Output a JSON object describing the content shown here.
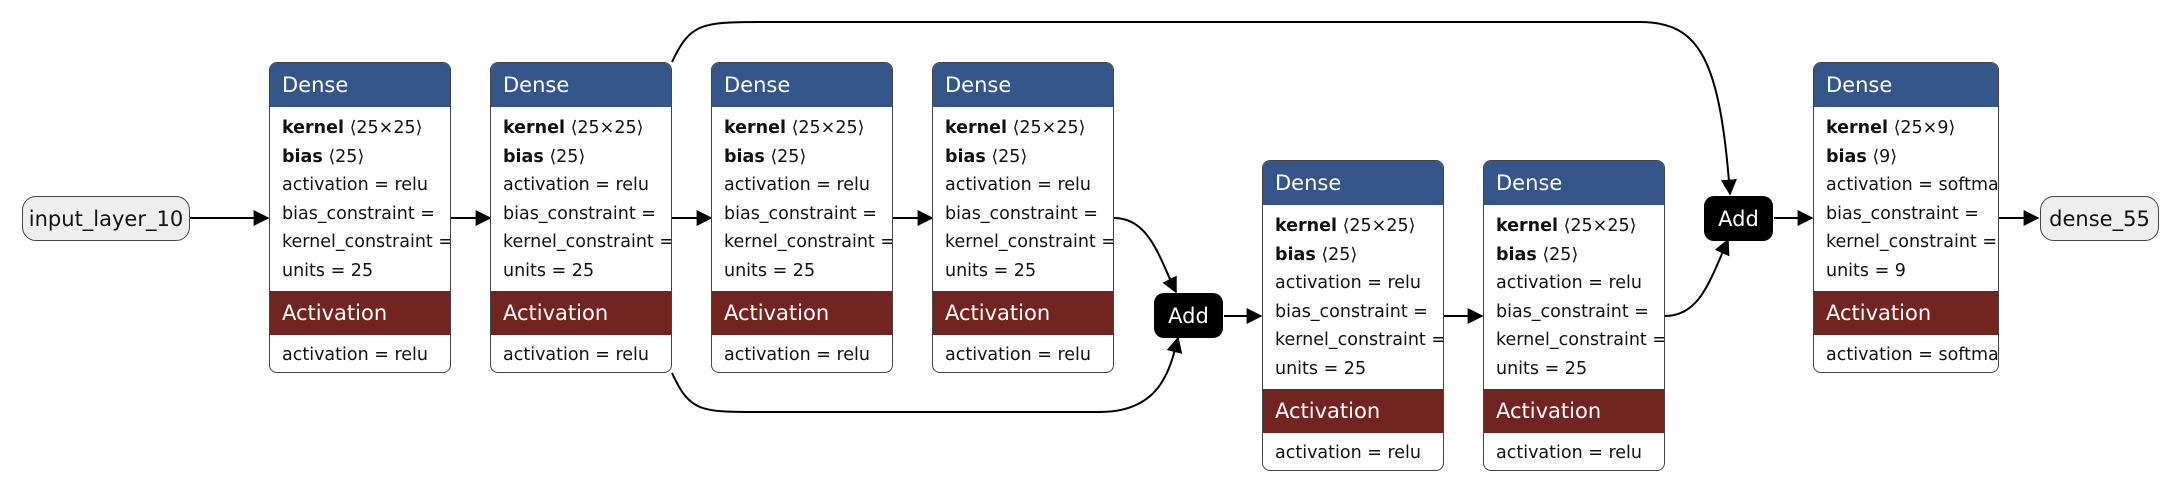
{
  "input_node": {
    "label": "input_layer_10"
  },
  "output_node": {
    "label": "dense_55"
  },
  "add_nodes": [
    {
      "label": "Add"
    },
    {
      "label": "Add"
    }
  ],
  "layers": [
    {
      "title": "Dense",
      "kernel_key": "kernel",
      "kernel_shape": "⟨25×25⟩",
      "bias_key": "bias",
      "bias_shape": "⟨25⟩",
      "activation": "activation = relu",
      "bias_constraint": "bias_constraint =",
      "kernel_constraint": "kernel_constraint =",
      "units": "units = 25",
      "act_title": "Activation",
      "act_value": "activation = relu"
    },
    {
      "title": "Dense",
      "kernel_key": "kernel",
      "kernel_shape": "⟨25×25⟩",
      "bias_key": "bias",
      "bias_shape": "⟨25⟩",
      "activation": "activation = relu",
      "bias_constraint": "bias_constraint =",
      "kernel_constraint": "kernel_constraint =",
      "units": "units = 25",
      "act_title": "Activation",
      "act_value": "activation = relu"
    },
    {
      "title": "Dense",
      "kernel_key": "kernel",
      "kernel_shape": "⟨25×25⟩",
      "bias_key": "bias",
      "bias_shape": "⟨25⟩",
      "activation": "activation = relu",
      "bias_constraint": "bias_constraint =",
      "kernel_constraint": "kernel_constraint =",
      "units": "units = 25",
      "act_title": "Activation",
      "act_value": "activation = relu"
    },
    {
      "title": "Dense",
      "kernel_key": "kernel",
      "kernel_shape": "⟨25×25⟩",
      "bias_key": "bias",
      "bias_shape": "⟨25⟩",
      "activation": "activation = relu",
      "bias_constraint": "bias_constraint =",
      "kernel_constraint": "kernel_constraint =",
      "units": "units = 25",
      "act_title": "Activation",
      "act_value": "activation = relu"
    },
    {
      "title": "Dense",
      "kernel_key": "kernel",
      "kernel_shape": "⟨25×25⟩",
      "bias_key": "bias",
      "bias_shape": "⟨25⟩",
      "activation": "activation = relu",
      "bias_constraint": "bias_constraint =",
      "kernel_constraint": "kernel_constraint =",
      "units": "units = 25",
      "act_title": "Activation",
      "act_value": "activation = relu"
    },
    {
      "title": "Dense",
      "kernel_key": "kernel",
      "kernel_shape": "⟨25×25⟩",
      "bias_key": "bias",
      "bias_shape": "⟨25⟩",
      "activation": "activation = relu",
      "bias_constraint": "bias_constraint =",
      "kernel_constraint": "kernel_constraint =",
      "units": "units = 25",
      "act_title": "Activation",
      "act_value": "activation = relu"
    },
    {
      "title": "Dense",
      "kernel_key": "kernel",
      "kernel_shape": "⟨25×9⟩",
      "bias_key": "bias",
      "bias_shape": "⟨9⟩",
      "activation": "activation = softmax",
      "bias_constraint": "bias_constraint =",
      "kernel_constraint": "kernel_constraint =",
      "units": "units = 9",
      "act_title": "Activation",
      "act_value": "activation = softmax"
    }
  ],
  "colors": {
    "dense_header": "#34568b",
    "activation_header": "#722520",
    "io_fill": "#eeeeee",
    "add_fill": "#000000",
    "edge": "#000000"
  }
}
